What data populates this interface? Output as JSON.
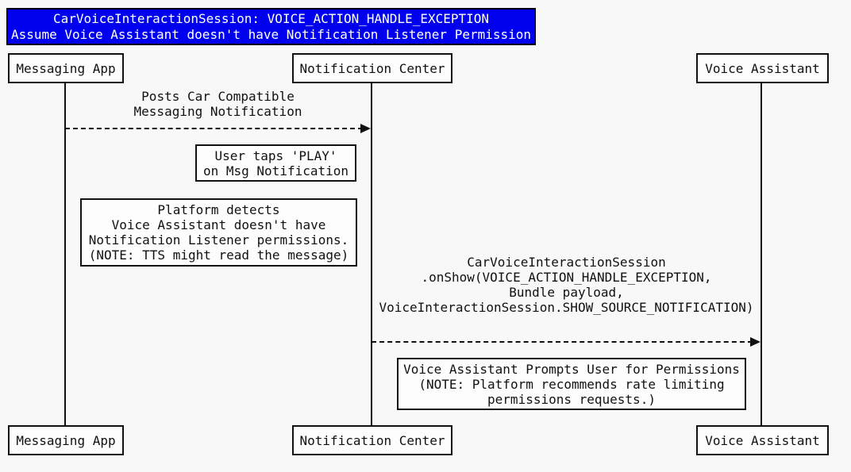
{
  "diagram": {
    "title": {
      "line1": "CarVoiceInteractionSession: VOICE_ACTION_HANDLE_EXCEPTION",
      "line2": "Assume Voice Assistant doesn't have Notification Listener Permission",
      "bg_color": "#0000ee",
      "text_color": "#ffffff"
    },
    "actors": [
      {
        "id": "messaging-app",
        "label": "Messaging App"
      },
      {
        "id": "notification-center",
        "label": "Notification Center"
      },
      {
        "id": "voice-assistant",
        "label": "Voice Assistant"
      }
    ],
    "messages": [
      {
        "from": "Messaging App",
        "to": "Notification Center",
        "style": "dashed-arrow",
        "label": "Posts Car Compatible\nMessaging Notification"
      },
      {
        "from": "Notification Center",
        "to": "Voice Assistant",
        "style": "dashed-arrow",
        "label": "CarVoiceInteractionSession\n.onShow(VOICE_ACTION_HANDLE_EXCEPTION,\nBundle payload,\nVoiceInteractionSession.SHOW_SOURCE_NOTIFICATION)"
      }
    ],
    "notes": [
      {
        "near": "Notification Center",
        "text": "User taps 'PLAY'\non Msg Notification"
      },
      {
        "near": "Messaging App",
        "text": "Platform detects\nVoice Assistant doesn't have\nNotification Listener permissions.\n(NOTE: TTS might read the message)"
      },
      {
        "near": "Voice Assistant",
        "text": "Voice Assistant Prompts User for Permissions\n(NOTE: Platform recommends rate limiting\npermissions requests.)"
      }
    ],
    "colors": {
      "background": "#f8f8f8",
      "line": "#111111",
      "box_fill": "#fdfdfd",
      "title_bg": "#0000ee"
    }
  }
}
